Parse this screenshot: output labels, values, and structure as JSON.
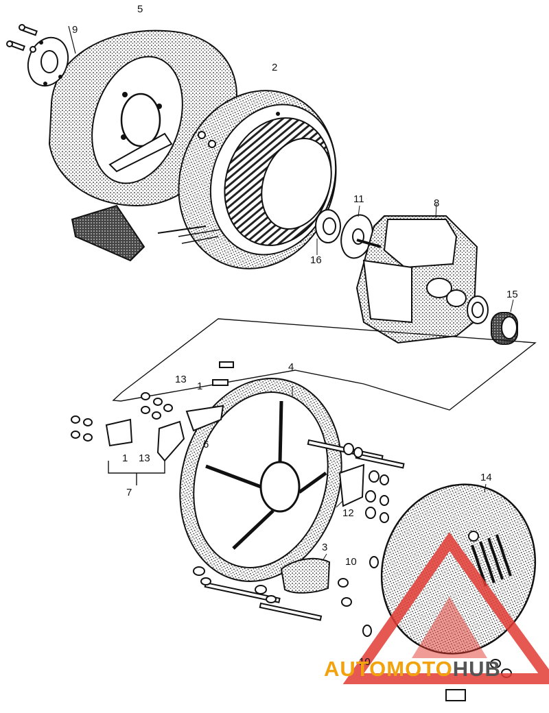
{
  "diagram": {
    "callouts": [
      {
        "id": "c5",
        "text": "5"
      },
      {
        "id": "c9",
        "text": "9"
      },
      {
        "id": "c2",
        "text": "2"
      },
      {
        "id": "c11",
        "text": "11"
      },
      {
        "id": "c8",
        "text": "8"
      },
      {
        "id": "c16",
        "text": "16"
      },
      {
        "id": "c15",
        "text": "15"
      },
      {
        "id": "c4",
        "text": "4"
      },
      {
        "id": "c13a",
        "text": "13"
      },
      {
        "id": "c1a",
        "text": "1"
      },
      {
        "id": "c6",
        "text": "6"
      },
      {
        "id": "c1b",
        "text": "1"
      },
      {
        "id": "c13b",
        "text": "13"
      },
      {
        "id": "c7",
        "text": "7"
      },
      {
        "id": "c14",
        "text": "14"
      },
      {
        "id": "c12",
        "text": "12"
      },
      {
        "id": "c3",
        "text": "3"
      },
      {
        "id": "c10a",
        "text": "10"
      },
      {
        "id": "c10b",
        "text": "10"
      }
    ]
  },
  "watermark": {
    "part1": "AUTOMOTO",
    "part2": "HUB",
    "colors": {
      "accent": "#f2a20d",
      "red": "#e23b34",
      "gray": "#555555"
    }
  }
}
